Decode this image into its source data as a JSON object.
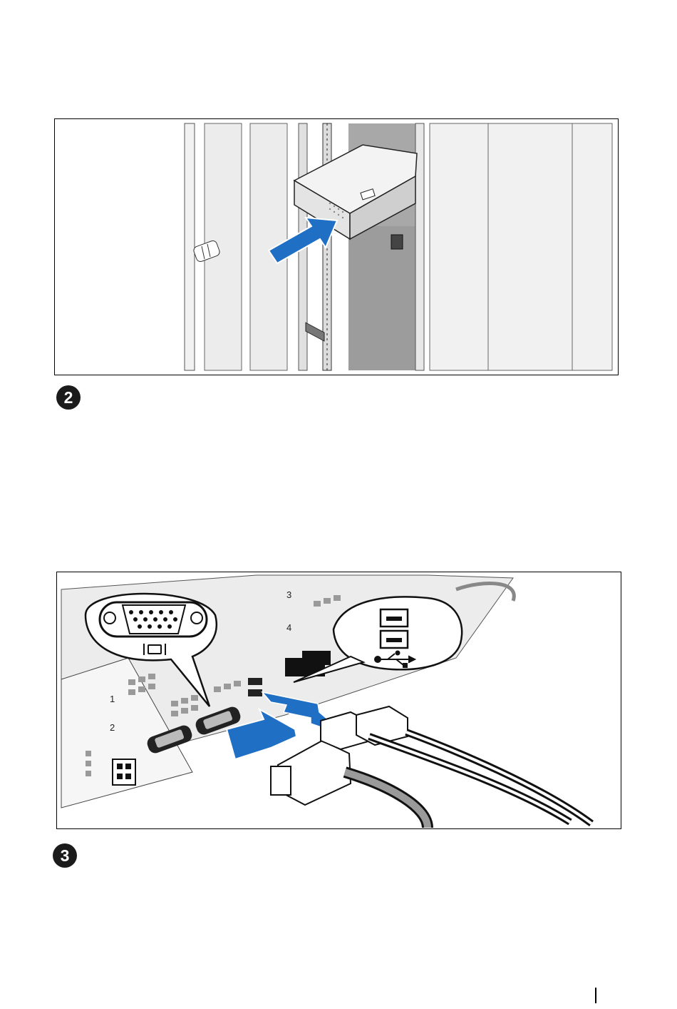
{
  "steps": [
    {
      "number": "2"
    },
    {
      "number": "3"
    }
  ],
  "figures": [
    {
      "name": "rack-insertion-illustration",
      "icons": [
        "server-icon",
        "insert-arrow-icon"
      ]
    },
    {
      "name": "rear-cable-connection-illustration",
      "icons": [
        "vga-port-icon",
        "monitor-symbol-icon",
        "usb-ports-icon",
        "usb-symbol-icon",
        "vga-cable-icon",
        "usb-cable-icon"
      ]
    }
  ],
  "colors": {
    "arrow_blue": "#1f6fc5",
    "ink": "#1b1b1b",
    "shadow_gray": "#a8a8a8"
  }
}
